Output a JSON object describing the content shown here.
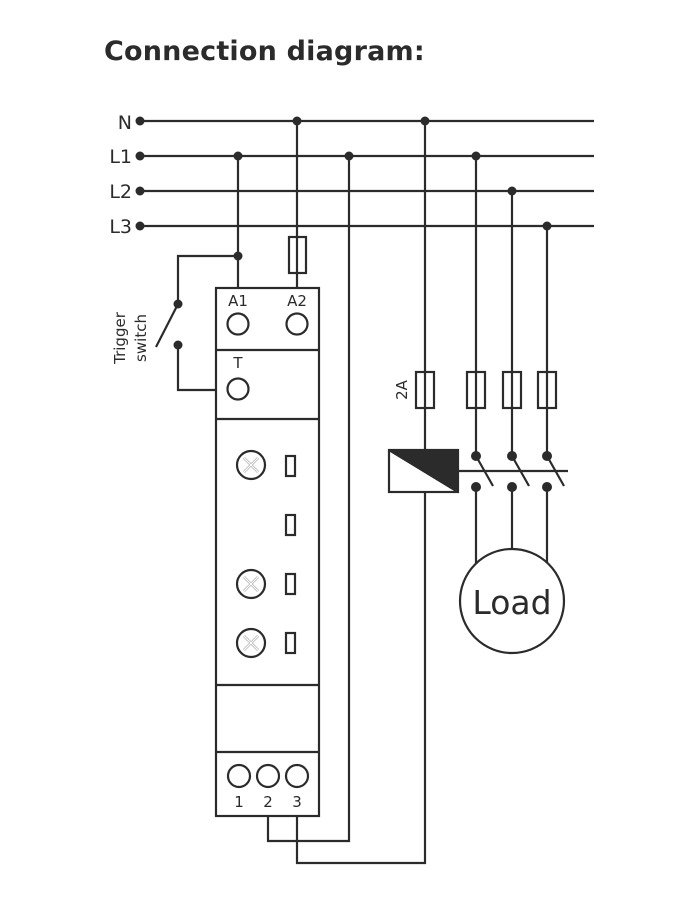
{
  "title": "Connection diagram:",
  "buses": [
    {
      "id": "N",
      "label": "N"
    },
    {
      "id": "L1",
      "label": "L1"
    },
    {
      "id": "L2",
      "label": "L2"
    },
    {
      "id": "L3",
      "label": "L3"
    }
  ],
  "device": {
    "terminals_top": [
      {
        "id": "A1",
        "label": "A1"
      },
      {
        "id": "A2",
        "label": "A2"
      }
    ],
    "terminal_trigger": {
      "id": "T",
      "label": "T"
    },
    "terminals_bottom": [
      {
        "id": "1",
        "label": "1"
      },
      {
        "id": "2",
        "label": "2"
      },
      {
        "id": "3",
        "label": "3"
      }
    ],
    "knob_count": 3,
    "indicator_count": 4
  },
  "trigger_switch": {
    "label_line1": "Trigger",
    "label_line2": "switch"
  },
  "coil_fuse": {
    "label": "2A"
  },
  "load": {
    "label": "Load"
  },
  "colors": {
    "ink": "#2b2b2b",
    "background": "#ffffff"
  }
}
